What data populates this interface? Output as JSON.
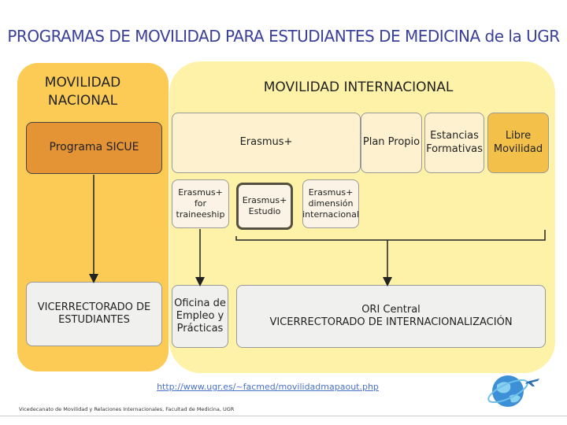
{
  "title": "PROGRAMAS DE MOVILIDAD PARA ESTUDIANTES DE MEDICINA de la UGR",
  "nacional": {
    "header": "MOVILIDAD NACIONAL",
    "program": "Programa SICUE",
    "office": "VICERRECTORADO DE ESTUDIANTES"
  },
  "internacional": {
    "header": "MOVILIDAD INTERNACIONAL",
    "erasmus": "Erasmus+",
    "erasmus_subs": [
      "Erasmus+ for traineeship",
      "Erasmus+ Estudio",
      "Erasmus+ dimensión internacional"
    ],
    "plan_propio": "Plan Propio",
    "estancias": "Estancias Formativas",
    "libre": "Libre Movilidad",
    "oficina": "Oficina de Empleo y Prácticas",
    "ori_line1": "ORI Central",
    "ori_line2": "VICERRECTORADO DE INTERNACIONALIZACIÓN"
  },
  "link": "http://www.ugr.es/~facmed/movilidadmapaout.php",
  "footer": "Vicedecanato de Movilidad y Relaciones Internacionales, Facultad de Medicina, UGR",
  "logo_icon": "globe-airplane-icon",
  "colors": {
    "title": "#3a3f9a",
    "nacional_panel": "#fbcb55",
    "internacional_panel": "#fdf2a8",
    "sicue": "#e49335",
    "libre": "#f3c14a",
    "link": "#4a72c9"
  }
}
